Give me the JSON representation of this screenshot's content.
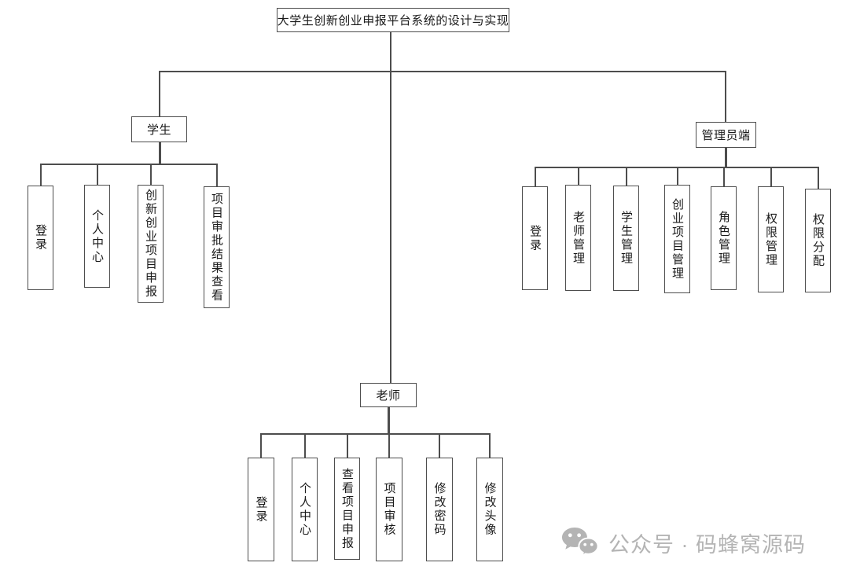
{
  "diagram": {
    "root": {
      "label": "大学生创新创业申报平台系统的设计与实现"
    },
    "branches": [
      {
        "label": "学生",
        "children": [
          {
            "label": "登录"
          },
          {
            "label": "个人中心"
          },
          {
            "label": "创新创业项目申报"
          },
          {
            "label": "项目审批结果查看"
          }
        ]
      },
      {
        "label": "老师",
        "children": [
          {
            "label": "登录"
          },
          {
            "label": "个人中心"
          },
          {
            "label": "查看项目申报"
          },
          {
            "label": "项目审核"
          },
          {
            "label": "修改密码"
          },
          {
            "label": "修改头像"
          }
        ]
      },
      {
        "label": "管理员端",
        "children": [
          {
            "label": "登录"
          },
          {
            "label": "老师管理"
          },
          {
            "label": "学生管理"
          },
          {
            "label": "创业项目管理"
          },
          {
            "label": "角色管理"
          },
          {
            "label": "权限管理"
          },
          {
            "label": "权限分配"
          }
        ]
      }
    ]
  },
  "watermark": {
    "icon": "wechat-icon",
    "text": "公众号 · 码蜂窝源码"
  },
  "colors": {
    "line": "#4d4d4d",
    "node_text": "#1a1a1a",
    "background": "#ffffff",
    "watermark": "#b4b4b4"
  }
}
